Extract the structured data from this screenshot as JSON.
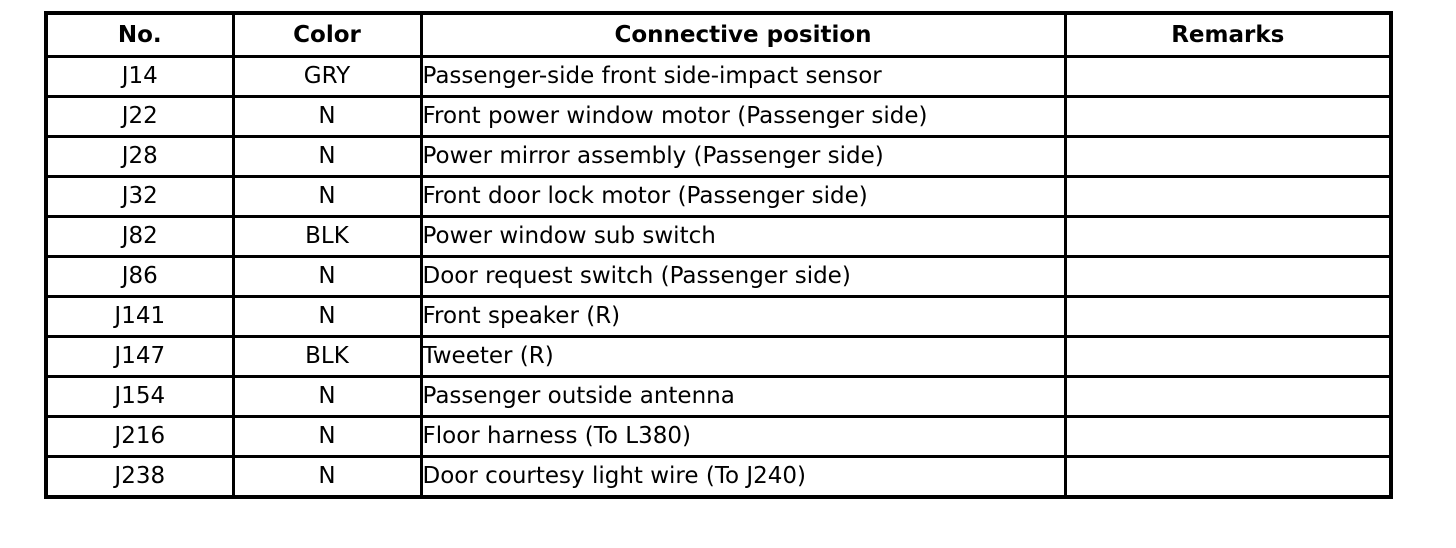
{
  "table": {
    "headers": {
      "no": "No.",
      "color": "Color",
      "position": "Connective position",
      "remarks": "Remarks"
    },
    "rows": [
      {
        "no": "J14",
        "color": "GRY",
        "position": "Passenger-side front side-impact sensor",
        "remarks": ""
      },
      {
        "no": "J22",
        "color": "N",
        "position": "Front power window motor (Passenger side)",
        "remarks": ""
      },
      {
        "no": "J28",
        "color": "N",
        "position": "Power mirror assembly (Passenger side)",
        "remarks": ""
      },
      {
        "no": "J32",
        "color": "N",
        "position": "Front door lock motor (Passenger side)",
        "remarks": ""
      },
      {
        "no": "J82",
        "color": "BLK",
        "position": "Power window sub switch",
        "remarks": ""
      },
      {
        "no": "J86",
        "color": "N",
        "position": "Door request switch (Passenger side)",
        "remarks": ""
      },
      {
        "no": "J141",
        "color": "N",
        "position": "Front speaker (R)",
        "remarks": ""
      },
      {
        "no": "J147",
        "color": "BLK",
        "position": "Tweeter (R)",
        "remarks": ""
      },
      {
        "no": "J154",
        "color": "N",
        "position": "Passenger outside antenna",
        "remarks": ""
      },
      {
        "no": "J216",
        "color": "N",
        "position": "Floor harness (To L380)",
        "remarks": ""
      },
      {
        "no": "J238",
        "color": "N",
        "position": "Door courtesy light wire (To J240)",
        "remarks": ""
      }
    ]
  }
}
